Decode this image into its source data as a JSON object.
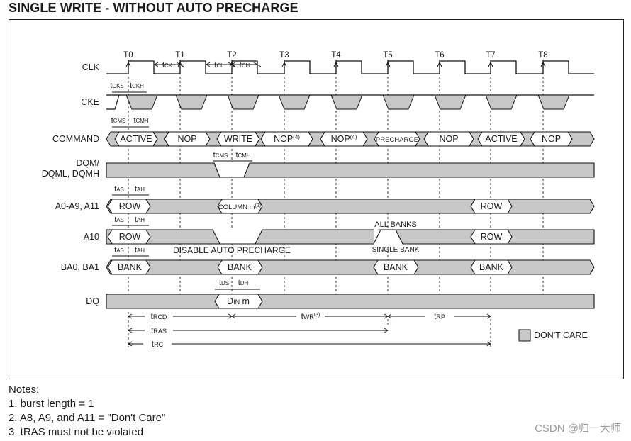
{
  "title": "SINGLE WRITE - WITHOUT AUTO PRECHARGE",
  "clock_ticks": [
    "T0",
    "T1",
    "T2",
    "T3",
    "T4",
    "T5",
    "T6",
    "T7",
    "T8"
  ],
  "signals": {
    "clk": "CLK",
    "cke": "CKE",
    "command": "COMMAND",
    "dqm_line1": "DQM/",
    "dqm_line2": "DQML, DQMH",
    "addr": "A0-A9, A11",
    "a10": "A10",
    "ba": "BA0, BA1",
    "dq": "DQ"
  },
  "commands": [
    "ACTIVE",
    "NOP",
    "WRITE",
    "NOP(4)",
    "NOP(4)",
    "PRECHARGE",
    "NOP",
    "ACTIVE",
    "NOP"
  ],
  "values": {
    "row": "ROW",
    "column": "COLUMN m(2)",
    "bank": "BANK",
    "din": "DIN m",
    "all_banks": "ALL BANKS",
    "single_bank": "SINGLE BANK",
    "disable_ap": "DISABLE AUTO PRECHARGE"
  },
  "timing": {
    "tck": "tCK",
    "tcl": "tCL",
    "tch": "tCH",
    "tcks": "tCKS",
    "tckh": "tCKH",
    "tcms": "tCMS",
    "tcmh": "tCMH",
    "tas": "tAS",
    "tah": "tAH",
    "tds": "tDS",
    "tdh": "tDH",
    "trcd": "tRCD",
    "twr": "tWR(3)",
    "trp": "tRP",
    "tras": "tRAS",
    "trc": "tRC"
  },
  "legend": {
    "dont_care": "DON'T CARE",
    "dont_care_color": "#c8c8c8"
  },
  "notes": {
    "heading": "Notes:",
    "items": [
      "1. burst length = 1",
      "2. A8, A9, and A11 = \"Don't Care\"",
      "3. tRAS must not be violated"
    ]
  },
  "watermark": "CSDN @归一大师"
}
